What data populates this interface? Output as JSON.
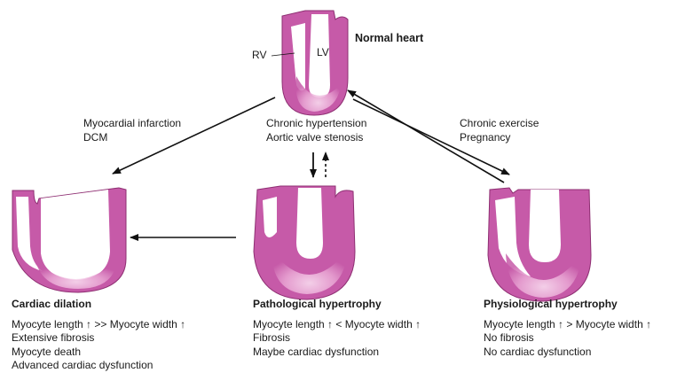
{
  "colors": {
    "heart_fill": "#c65aa8",
    "heart_light": "#f4cfe8",
    "heart_stroke": "#8e2f72",
    "arrow": "#111111"
  },
  "normal_heart": {
    "title": "Normal heart",
    "rv_label": "RV",
    "lv_label": "LV"
  },
  "causes": {
    "left": [
      "Myocardial infarction",
      "DCM"
    ],
    "center": [
      "Chronic hypertension",
      "Aortic valve stenosis"
    ],
    "right": [
      "Chronic exercise",
      "Pregnancy"
    ]
  },
  "outcomes": {
    "dilation": {
      "title": "Cardiac dilation",
      "lines": [
        "Myocyte length ↑ >> Myocyte width ↑",
        "Extensive fibrosis",
        "Myocyte death",
        "Advanced cardiac dysfunction"
      ]
    },
    "pathological": {
      "title": "Pathological hypertrophy",
      "lines": [
        "Myocyte length ↑  < Myocyte width ↑",
        "Fibrosis",
        "Maybe cardiac dysfunction"
      ]
    },
    "physiological": {
      "title": "Physiological hypertrophy",
      "lines": [
        "Myocyte length ↑  > Myocyte width ↑",
        "No fibrosis",
        "No cardiac dysfunction"
      ]
    }
  }
}
